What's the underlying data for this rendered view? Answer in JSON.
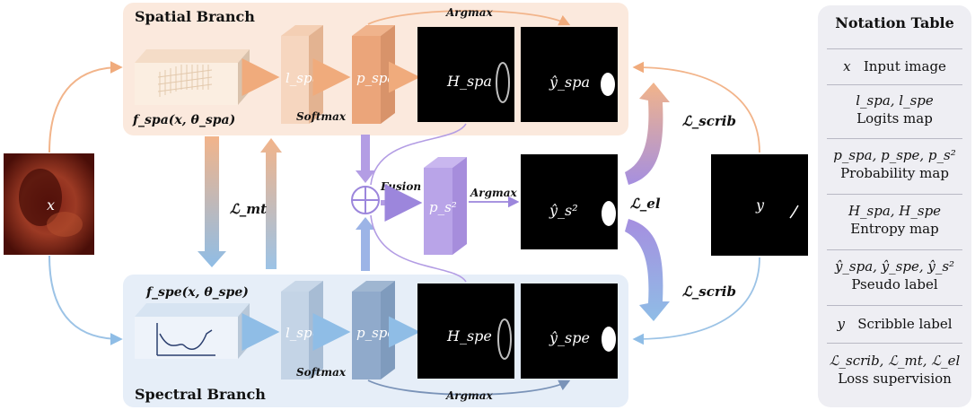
{
  "branches": {
    "spatial_title": "Spatial Branch",
    "spectral_title": "Spectral Branch"
  },
  "labels": {
    "x": "x",
    "y": "y",
    "argmax": "Argmax",
    "softmax": "Softmax",
    "fusion": "Fusion",
    "f_spa": "f_spa(x, θ_spa)",
    "f_spe": "f_spe(x, θ_spe)",
    "l_spa": "l_spa",
    "l_spe": "l_spe",
    "p_spa": "p_spa",
    "p_spe": "p_spe",
    "p_s2": "p_s²",
    "H_spa": "H_spa",
    "H_spe": "H_spe",
    "yhat_spa": "ŷ_spa",
    "yhat_spe": "ŷ_spe",
    "yhat_s2": "ŷ_s²",
    "L_mt": "ℒ_mt",
    "L_el": "ℒ_el",
    "L_scrib": "ℒ_scrib"
  },
  "notation": {
    "title": "Notation Table",
    "rows": [
      {
        "symbol": "x",
        "desc": "Input image"
      },
      {
        "symbol": "l_spa, l_spe",
        "desc": "Logits map"
      },
      {
        "symbol": "p_spa, p_spe, p_s²",
        "desc": "Probability map"
      },
      {
        "symbol": "H_spa, H_spe",
        "desc": "Entropy map"
      },
      {
        "symbol": "ŷ_spa, ŷ_spe, ŷ_s²",
        "desc": "Pseudo label"
      },
      {
        "symbol": "y",
        "desc": "Scribble label"
      },
      {
        "symbol": "ℒ_scrib, ℒ_mt, ℒ_el",
        "desc": "Loss supervision"
      }
    ]
  },
  "colors": {
    "spatial_panel": "#fbe9dd",
    "spectral_panel": "#e6eef8",
    "spatial_arrow": "#f2b48a",
    "spectral_arrow": "#9cc3e6",
    "fusion": "#b9a1e6",
    "notation_panel": "#eeeef3"
  }
}
